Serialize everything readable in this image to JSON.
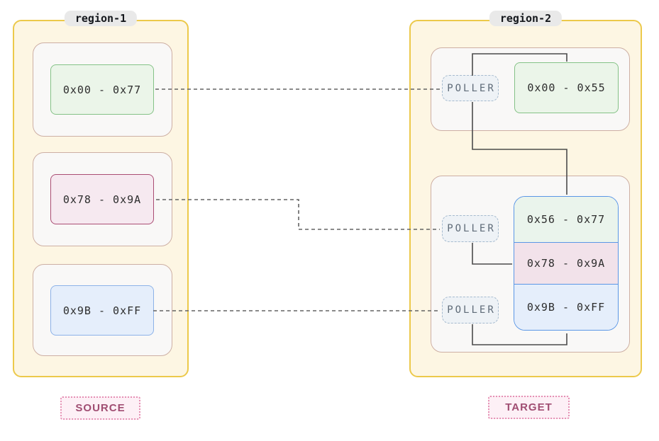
{
  "source_region": {
    "title": "region-1",
    "blocks": [
      {
        "label": "0x00 - 0x77",
        "color": "green"
      },
      {
        "label": "0x78 - 0x9A",
        "color": "pink"
      },
      {
        "label": "0x9B - 0xFF",
        "color": "blue"
      }
    ],
    "tag": "SOURCE"
  },
  "target_region": {
    "title": "region-2",
    "poller_label": "POLLER",
    "top_block": {
      "label": "0x00 - 0x55",
      "color": "green"
    },
    "stack_blocks": [
      {
        "label": "0x56 - 0x77",
        "color": "green"
      },
      {
        "label": "0x78 - 0x9A",
        "color": "pink"
      },
      {
        "label": "0x9B - 0xFF",
        "color": "blue"
      }
    ],
    "tag": "TARGET"
  },
  "colors": {
    "region_fill": "#fdf6e3",
    "region_border": "#ecc94b",
    "group_fill": "#f9f8f7",
    "group_border": "#cdafa4",
    "green_fill": "#ebf5e9",
    "green_border": "#85c287",
    "pink_fill": "#f6e9f0",
    "pink_border": "#aa4d73",
    "blue_fill": "#e5eefb",
    "blue_border": "#8cb2e8",
    "stack_border": "#5b97e6",
    "poller_fill": "#eef2f6",
    "poller_border": "#a5bace",
    "poller_text": "#5f6b78",
    "tag_fill": "#fdf0f6",
    "tag_border": "#e591b4",
    "tag_text": "#a04d72",
    "solid_arrow": "#4b4b4b",
    "dashed_arrow": "#636363"
  }
}
